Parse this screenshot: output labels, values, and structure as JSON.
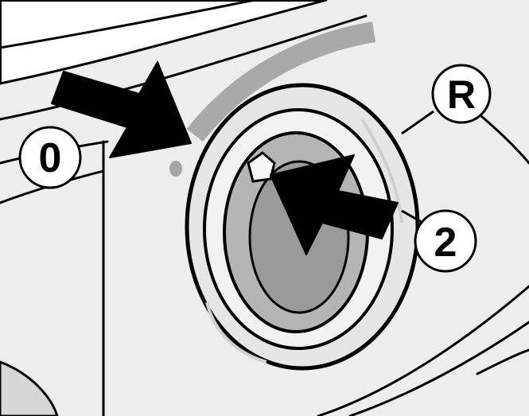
{
  "figure": {
    "callouts": {
      "zero": "0",
      "reset": "R",
      "two": "2"
    },
    "colors": {
      "background": "#ffffff",
      "panel": "#ededed",
      "ink": "#000000",
      "dial_face": "#b5b5b5",
      "dial_inner": "#9a9a9a",
      "indicator_arc": "#a9a9a9"
    },
    "icons": [
      "arrow-icon",
      "arrow-icon"
    ]
  }
}
